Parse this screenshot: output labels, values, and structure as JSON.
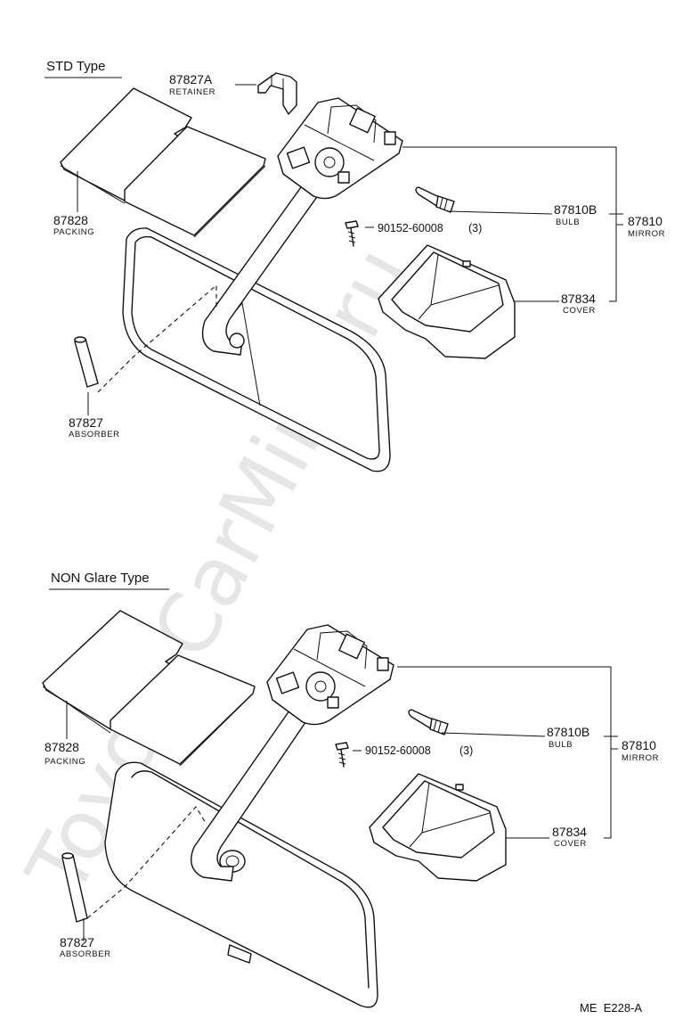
{
  "watermark": "ToyotaCarMine.ru",
  "figure_code": "ME  E228-A",
  "sections": {
    "std": {
      "title": "STD Type",
      "retainer": {
        "part_no": "87827A",
        "name": "RETAINER"
      },
      "packing": {
        "part_no": "87828",
        "name": "PACKING"
      },
      "absorber": {
        "part_no": "87827",
        "name": "ABSORBER"
      },
      "bolt": {
        "part_no": "90152-60008",
        "qty": "(3)"
      },
      "bulb": {
        "part_no": "87810B",
        "name": "BULB"
      },
      "mirror": {
        "part_no": "87810",
        "name": "MIRROR"
      },
      "cover": {
        "part_no": "87834",
        "name": "COVER"
      }
    },
    "non_glare": {
      "title": "NON Glare Type",
      "packing": {
        "part_no": "87828",
        "name": "PACKING"
      },
      "absorber": {
        "part_no": "87827",
        "name": "ABSORBER"
      },
      "bolt": {
        "part_no": "90152-60008",
        "qty": "(3)"
      },
      "bulb": {
        "part_no": "87810B",
        "name": "BULB"
      },
      "mirror": {
        "part_no": "87810",
        "name": "MIRROR"
      },
      "cover": {
        "part_no": "87834",
        "name": "COVER"
      }
    }
  }
}
